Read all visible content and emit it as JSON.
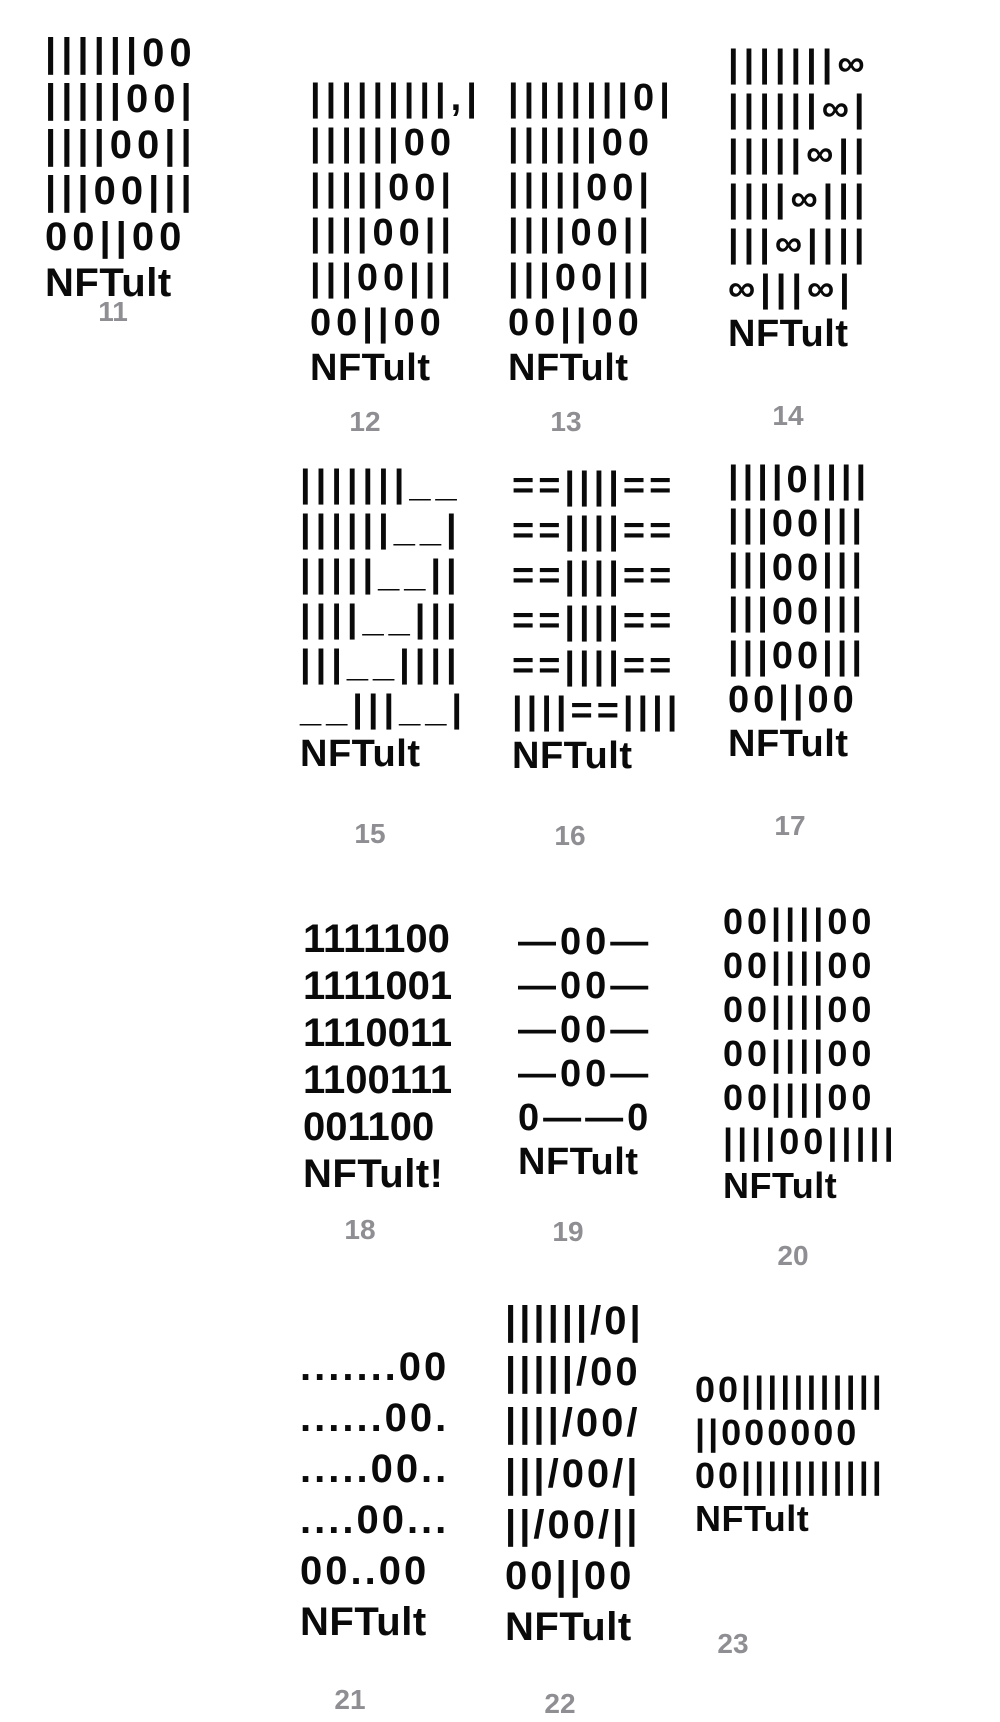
{
  "collection": {
    "art_name": "NFTult",
    "text_color": "#0a0a0a",
    "label_color": "#8e8e93",
    "background": "#ffffff"
  },
  "tokens": [
    {
      "id": "11",
      "lines": [
        "||||||00",
        "|||||00|",
        "||||00||",
        "|||00|||",
        "00||00"
      ],
      "title": "NFTult",
      "label": "11"
    },
    {
      "id": "12",
      "lines": [
        "|||||||||,|",
        "||||||00",
        "|||||00|",
        "||||00||",
        "|||00|||",
        "00||00"
      ],
      "title": "NFTult",
      "label": "12"
    },
    {
      "id": "13",
      "lines": [
        "||||||||0|",
        "||||||00",
        "|||||00|",
        "||||00||",
        "|||00|||",
        "00||00"
      ],
      "title": "NFTult",
      "label": "13"
    },
    {
      "id": "14",
      "lines": [
        "|||||||∞",
        "||||||∞|",
        "|||||∞||",
        "||||∞|||",
        "|||∞||||",
        "∞|||∞|"
      ],
      "title": "NFTult",
      "label": "14"
    },
    {
      "id": "15",
      "lines": [
        "|||||||__",
        "||||||__|",
        "|||||__||",
        "||||__|||",
        "|||__||||",
        "__|||__|"
      ],
      "title": "NFTult",
      "label": "15"
    },
    {
      "id": "16",
      "lines": [
        "==||||==",
        "==||||==",
        "==||||==",
        "==||||==",
        "==||||==",
        "||||==||||"
      ],
      "title": "NFTult",
      "label": "16"
    },
    {
      "id": "17",
      "lines": [
        "||||0||||",
        "|||00|||",
        "|||00|||",
        "|||00|||",
        "|||00|||",
        "00||00"
      ],
      "title": "NFTult",
      "label": "17"
    },
    {
      "id": "18",
      "lines": [
        "1111100",
        "1111001",
        "1110011",
        "1100111",
        "001100"
      ],
      "title": "NFTult!",
      "label": "18"
    },
    {
      "id": "19",
      "lines": [
        "—00—",
        "—00—",
        "—00—",
        "—00—",
        "0——0"
      ],
      "title": "NFTult",
      "label": "19"
    },
    {
      "id": "20",
      "lines": [
        "00||||00",
        "00||||00",
        "00||||00",
        "00||||00",
        "00||||00",
        "||||00|||||"
      ],
      "title": "NFTult",
      "label": "20"
    },
    {
      "id": "21",
      "lines": [
        ".......00",
        "......00.",
        ".....00..",
        "....00...",
        "00..00"
      ],
      "title": "NFTult",
      "label": "21"
    },
    {
      "id": "22",
      "lines": [
        "||||||/0|",
        "|||||/00",
        "||||/00/",
        "|||/00/|",
        "||/00/||",
        "00||00"
      ],
      "title": "NFTult",
      "label": "22"
    },
    {
      "id": "23",
      "lines": [
        "00|||||||||||",
        "||000000",
        "00|||||||||||"
      ],
      "title": "NFTult",
      "label": "23"
    }
  ]
}
